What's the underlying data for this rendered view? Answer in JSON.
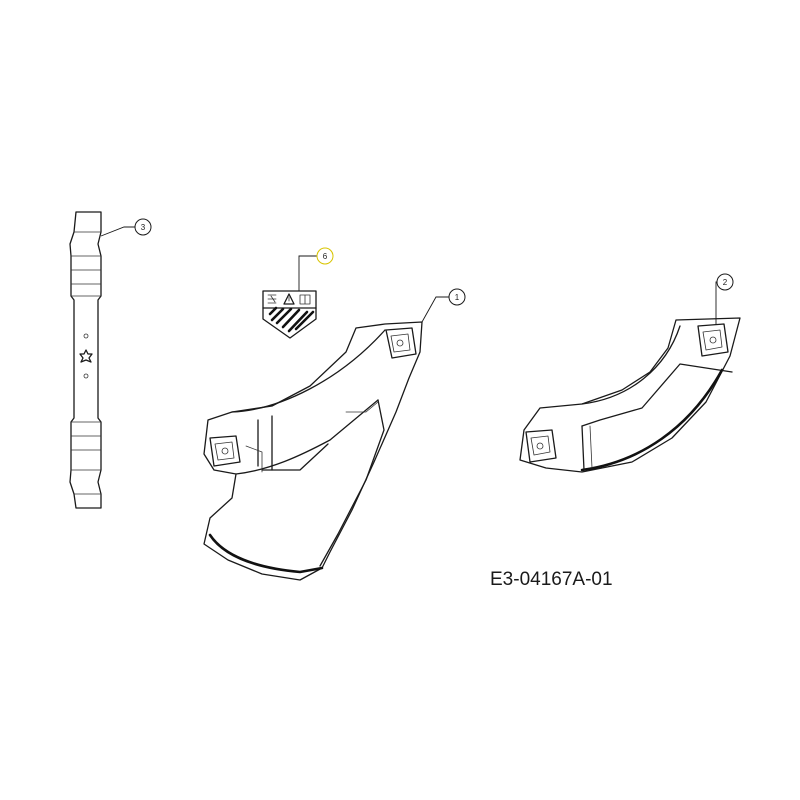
{
  "drawing_number": "E3-04167A-01",
  "callouts": {
    "c1": "1",
    "c2": "2",
    "c3": "3",
    "c6": "6"
  },
  "colors": {
    "line": "#1a1a1a",
    "callout_6_ring": "#d8c400",
    "background": "#ffffff"
  }
}
